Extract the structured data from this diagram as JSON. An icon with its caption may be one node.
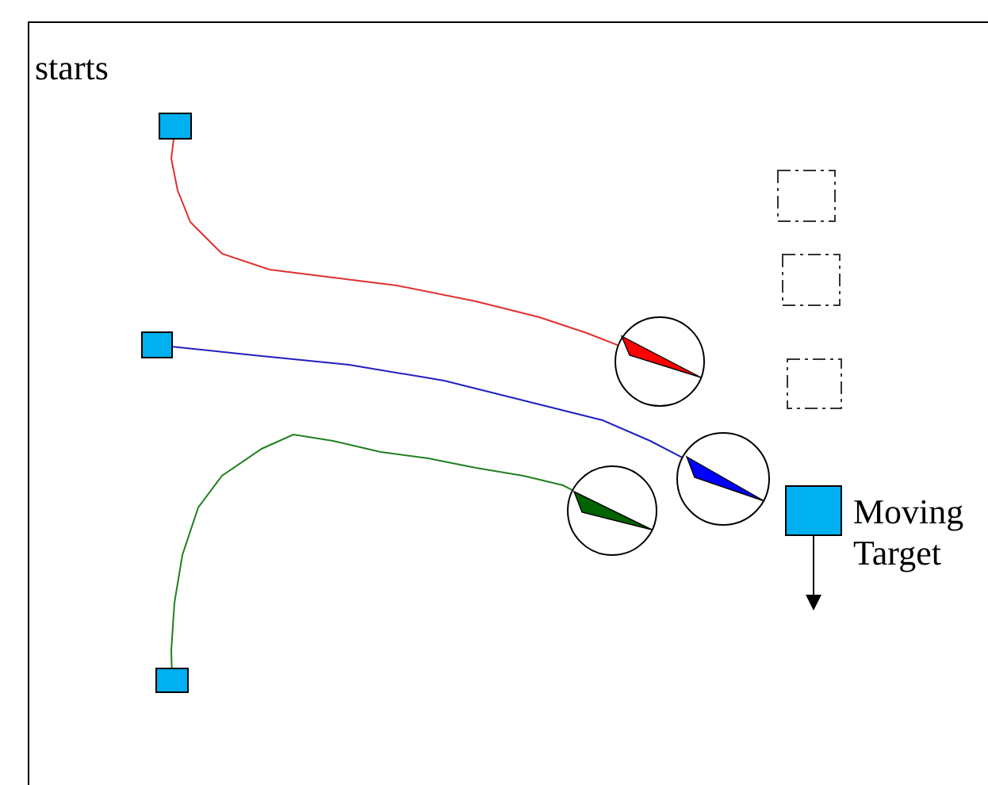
{
  "diagram": {
    "nodes": [
      {
        "text": [],
        "shape": "box"
      },
      {
        "text": [],
        "shape": "box"
      },
      {
        "text": [],
        "shape": "box"
      },
      {
        "text": [],
        "shape": "circle"
      },
      {
        "text": [],
        "shape": "circle"
      },
      {
        "text": [],
        "shape": "circle"
      },
      {
        "text": [],
        "shape": "box"
      },
      {
        "text": [],
        "shape": "box"
      },
      {
        "text": [],
        "shape": "box"
      },
      {
        "text": [],
        "shape": "box",
        "beside": [
          "Moving Target"
        ]
      }
    ],
    "edges": [
      {
        "from": 0,
        "to": 3,
        "arrow": "none",
        "color": "#e03030"
      },
      {
        "from": 1,
        "to": 4,
        "arrow": "none",
        "color": "#2020c0"
      },
      {
        "from": 2,
        "to": 5,
        "arrow": "none",
        "color": "#208020"
      }
    ],
    "labels": [
      "starts"
    ]
  }
}
